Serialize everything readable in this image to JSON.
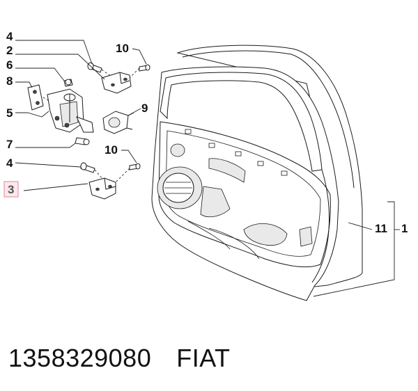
{
  "diagram": {
    "callouts": {
      "c4_top": "4",
      "c2": "2",
      "c6": "6",
      "c8": "8",
      "c5": "5",
      "c7": "7",
      "c4_bottom": "4",
      "c3": "3",
      "c10_top": "10",
      "c9": "9",
      "c10_bottom": "10",
      "c11": "11",
      "c1": "1"
    },
    "highlight_color": "#d88a9a"
  },
  "caption": {
    "part_number": "1358329080",
    "brand": "FIAT"
  }
}
